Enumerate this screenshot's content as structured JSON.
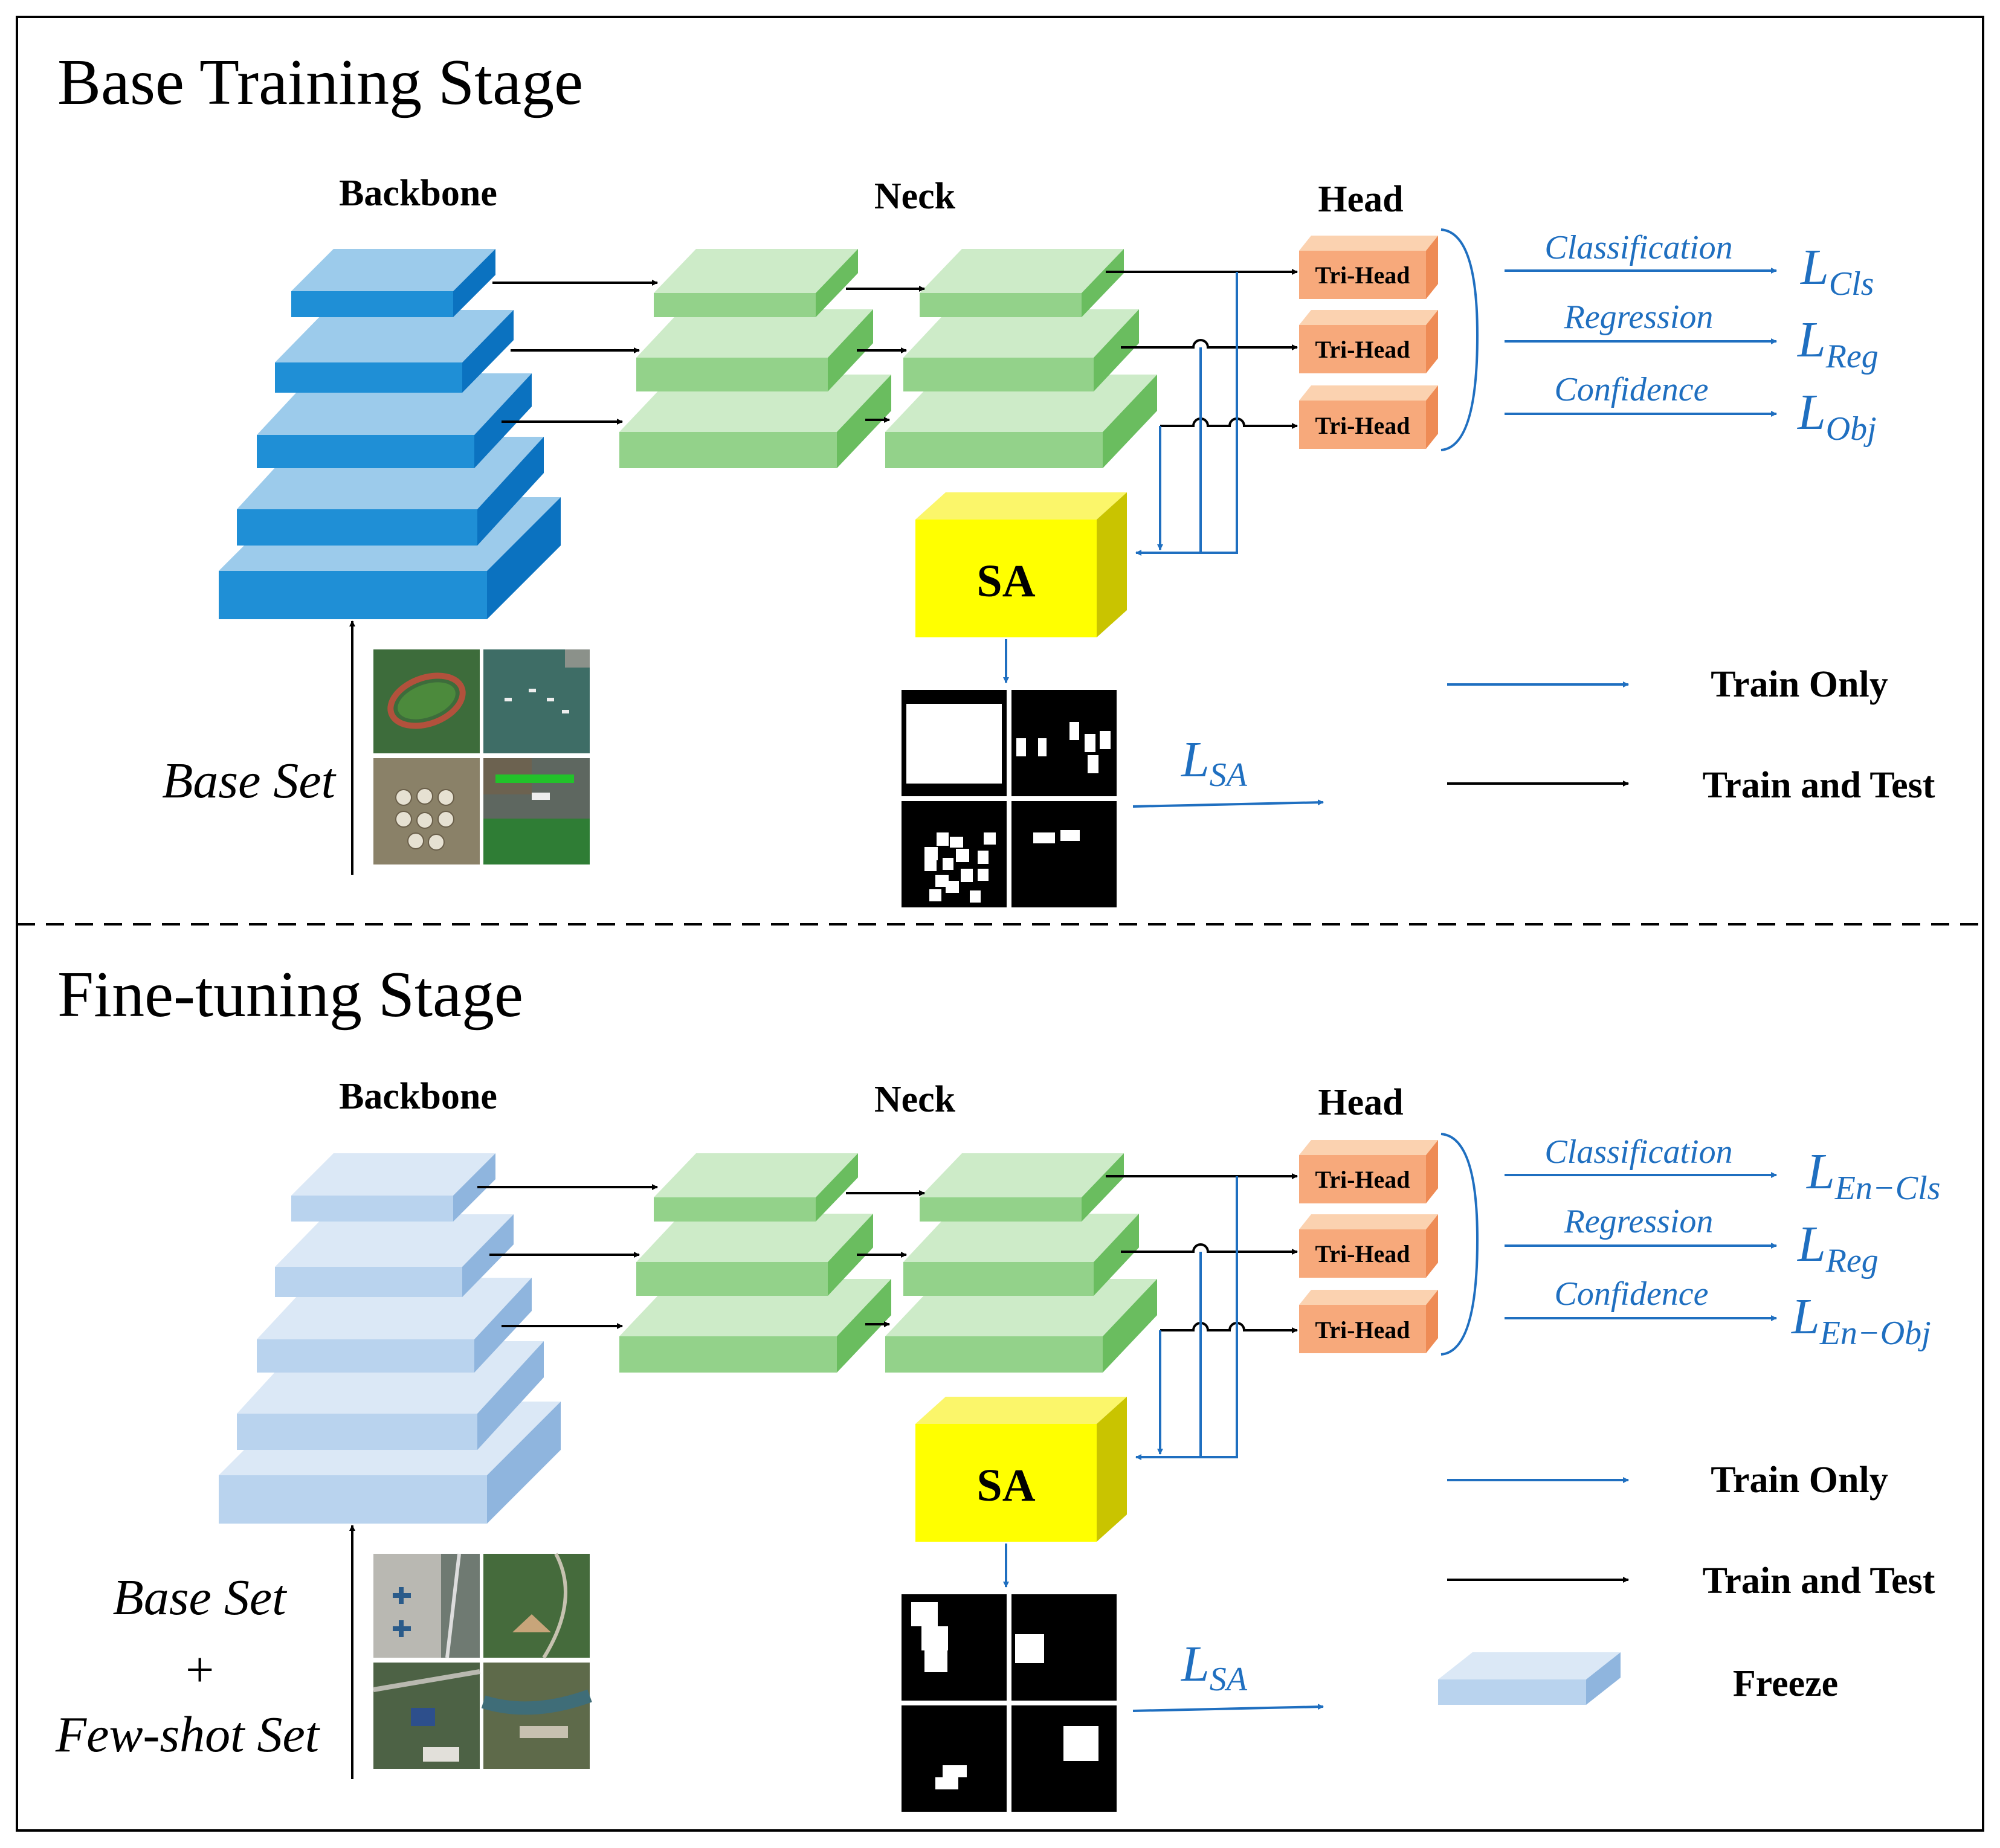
{
  "stages": [
    {
      "title": "Base Training Stage",
      "backbone_label": "Backbone",
      "neck_label": "Neck",
      "head_label": "Head",
      "tri_head_labels": [
        "Tri-Head",
        "Tri-Head",
        "Tri-Head"
      ],
      "sa_label": "SA",
      "head_outputs": [
        "Classification",
        "Regression",
        "Confidence"
      ],
      "losses": [
        {
          "main": "L",
          "sub": "Cls"
        },
        {
          "main": "L",
          "sub": "Reg"
        },
        {
          "main": "L",
          "sub": "Obj"
        }
      ],
      "sa_loss": {
        "main": "L",
        "sub": "SA"
      },
      "input_label_lines": [
        "Base Set"
      ],
      "legend": [
        "Train Only",
        "Train and Test"
      ],
      "backbone_frozen": false
    },
    {
      "title": "Fine-tuning Stage",
      "backbone_label": "Backbone",
      "neck_label": "Neck",
      "head_label": "Head",
      "tri_head_labels": [
        "Tri-Head",
        "Tri-Head",
        "Tri-Head"
      ],
      "sa_label": "SA",
      "head_outputs": [
        "Classification",
        "Regression",
        "Confidence"
      ],
      "losses": [
        {
          "main": "L",
          "sub": "En−Cls"
        },
        {
          "main": "L",
          "sub": "Reg"
        },
        {
          "main": "L",
          "sub": "En−Obj"
        }
      ],
      "sa_loss": {
        "main": "L",
        "sub": "SA"
      },
      "input_label_lines": [
        "Base Set",
        "+",
        "Few-shot Set"
      ],
      "legend": [
        "Train Only",
        "Train and Test",
        "Freeze"
      ],
      "backbone_frozen": true
    }
  ],
  "colors": {
    "backbone_top": "#9ccbeb",
    "backbone_front": "#1f8fd6",
    "backbone_side": "#0b72c0",
    "frozen_top": "#dbe8f6",
    "frozen_front": "#b9d3ee",
    "frozen_side": "#8fb5de",
    "neck_top": "#cdebc8",
    "neck_front": "#93d28a",
    "neck_side": "#6abd5f",
    "head_top": "#fbd2b0",
    "head_front": "#f7a97b",
    "head_side": "#ee8b55",
    "sa_top": "#fbf66a",
    "sa_front": "#ffff00",
    "sa_side": "#c9c400",
    "train_only_arrow": "#1f6fc0",
    "train_test_arrow": "#000000"
  }
}
